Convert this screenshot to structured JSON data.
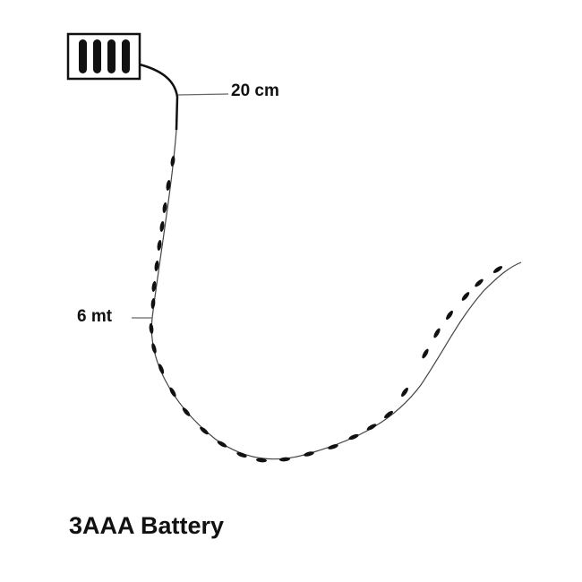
{
  "diagram": {
    "type": "product-diagram",
    "subject": "LED fairy string light on battery box",
    "battery_box": {
      "icon": "battery-pack-icon",
      "cells": 4
    },
    "labels": {
      "lead_length": "20 cm",
      "string_length": "6 mt"
    },
    "caption": "3AAA Battery",
    "colors": {
      "wire": "#111111",
      "leader_line": "#555555",
      "background": "#ffffff"
    }
  }
}
